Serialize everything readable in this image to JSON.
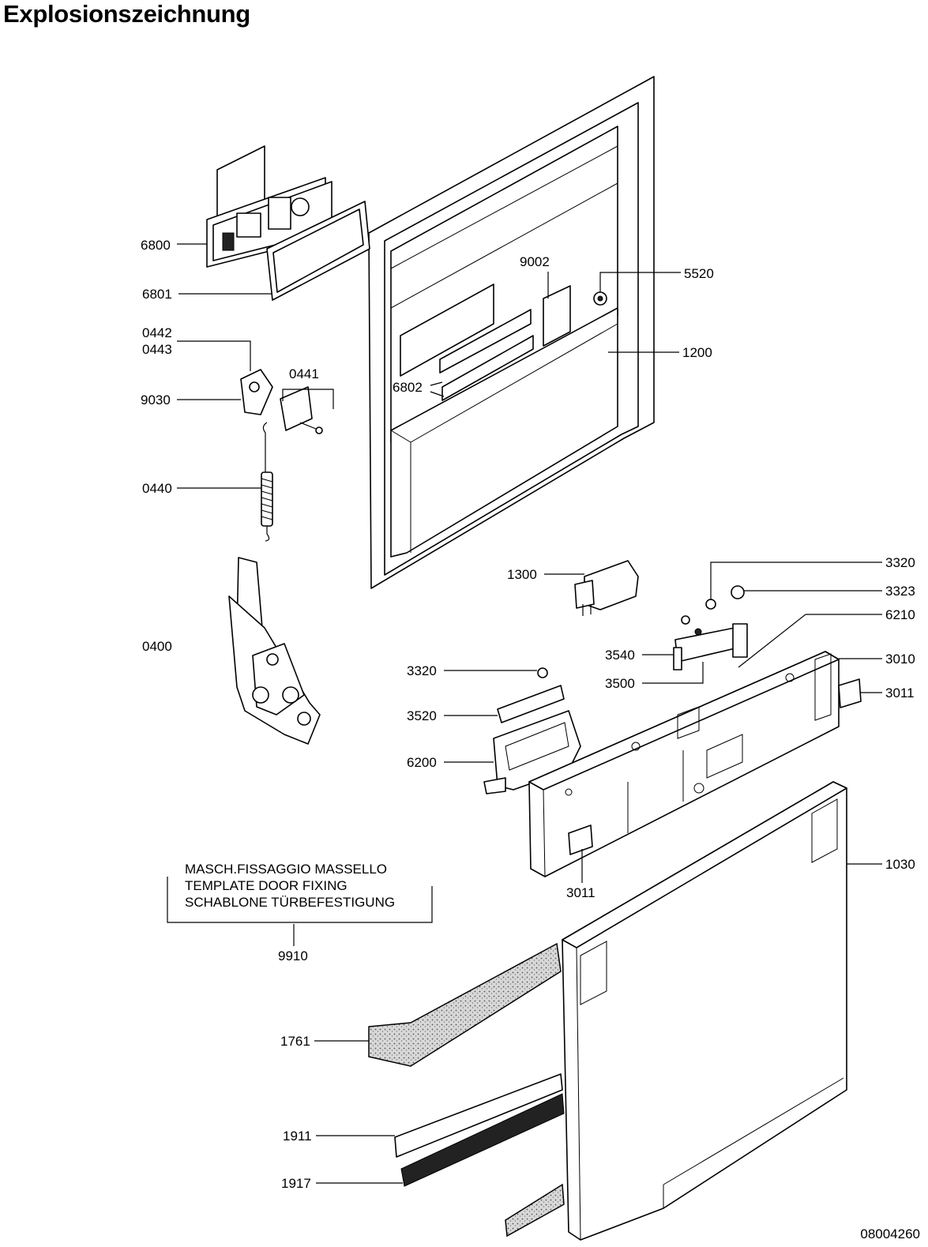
{
  "title": "Explosionszeichnung",
  "document_number": "08004260",
  "template_note": {
    "lines": [
      "MASCH.FISSAGGIO MASSELLO",
      "TEMPLATE DOOR FIXING",
      "SCHABLONE TÜRBEFESTIGUNG"
    ],
    "part_number": "9910"
  },
  "part_labels": [
    "6800",
    "6801",
    "0442",
    "0443",
    "0441",
    "9030",
    "0440",
    "0400",
    "9002",
    "5520",
    "1200",
    "6802",
    "1300",
    "3320",
    "3323",
    "6210",
    "3540",
    "3010",
    "3500",
    "3011",
    "3320",
    "3520",
    "6200",
    "3011",
    "1030",
    "1761",
    "1911",
    "1917"
  ]
}
